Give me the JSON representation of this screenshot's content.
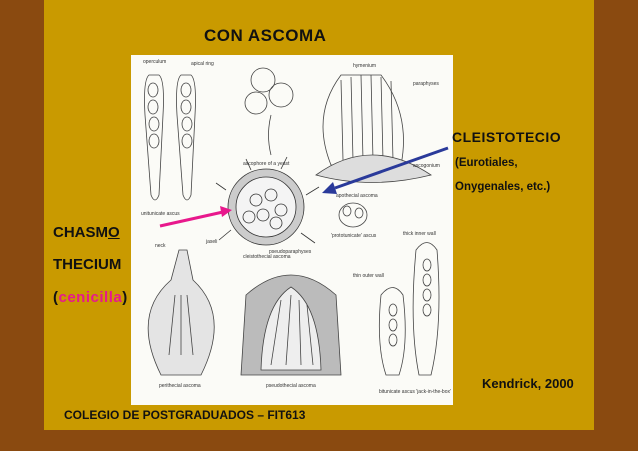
{
  "slide": {
    "title": "CON ASCOMA",
    "cleistotecio": "CLEISTOTECIO",
    "cleistotecio_note_1": "(Eurotiales,",
    "cleistotecio_note_2": "Onygenales, etc.)",
    "chasmo_prefix": "CHASM",
    "chasmo_underlined": "O",
    "thecium": "THECIUM",
    "cenicilla_open": "(",
    "cenicilla_word": "cenicilla",
    "cenicilla_close": ")",
    "citation": "Kendrick, 2000",
    "footer": "COLEGIO DE POSTGRADUADOS – FIT613"
  },
  "figure_labels": {
    "operculum": "operculum",
    "apical_ring": "apical ring",
    "hymenium": "hymenium",
    "paraphyses": "paraphyses",
    "ascophore": "ascophore of a yeast",
    "ascogonium": "ascogonium",
    "unitunicate": "unitunicate ascus",
    "apothecial": "apothecial ascoma",
    "jaseli": "jaseli",
    "cleistothecial": "cleistothecial ascoma",
    "prototunicate": "'prototunicate' ascus",
    "neck": "neck",
    "pseudoparaphyses": "pseudoparaphyses",
    "thick_inner": "thick inner wall",
    "thin_outer": "thin outer wall",
    "perithecial": "perithecial ascoma",
    "pseudothecial": "pseudothecial ascoma",
    "bitunicate": "bitunicate ascus 'jack-in-the-box'"
  },
  "colors": {
    "slide_bg": "#c99a00",
    "frame_bg": "#8a4a10",
    "pink": "#e8188c",
    "blue": "#2a3a9a"
  }
}
